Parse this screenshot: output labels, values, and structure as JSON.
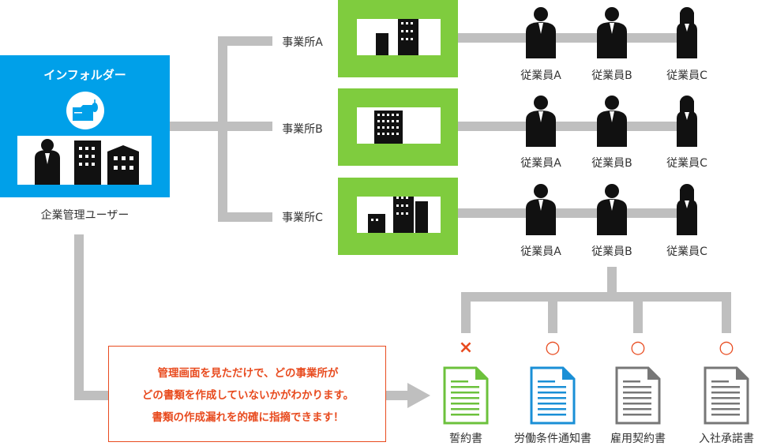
{
  "company": {
    "name": "インフォルダー",
    "user_label": "企業管理ユーザー",
    "brand_color": "#00a0e9",
    "icons": [
      "folder-mouse-icon",
      "businessman-icon",
      "building-icon"
    ]
  },
  "offices": [
    {
      "label": "事業所A",
      "icon": "office-building-icon"
    },
    {
      "label": "事業所B",
      "icon": "office-building-icon"
    },
    {
      "label": "事業所C",
      "icon": "office-building-icon"
    }
  ],
  "office_color": "#7fcc3e",
  "employees": [
    [
      "従業員A",
      "従業員B",
      "従業員C"
    ],
    [
      "従業員A",
      "従業員B",
      "従業員C"
    ],
    [
      "従業員A",
      "従業員B",
      "従業員C"
    ]
  ],
  "notice": {
    "lines": [
      "管理画面を見ただけで、どの事業所が",
      "どの書類を作成していないかがわかります。",
      "書類の作成漏れを的確に指摘できます！"
    ],
    "color": "#e84b1f"
  },
  "documents": [
    {
      "label": "誓約書",
      "status": "×",
      "doc_color": "#6cc13c"
    },
    {
      "label": "労働条件通知書",
      "status": "○",
      "doc_color": "#1a8fd6"
    },
    {
      "label": "雇用契約書",
      "status": "○",
      "doc_color": "#777777"
    },
    {
      "label": "入社承諾書",
      "status": "○",
      "doc_color": "#777777"
    }
  ],
  "status_color": "#e84b1f",
  "connector_color": "#bfbfbf"
}
